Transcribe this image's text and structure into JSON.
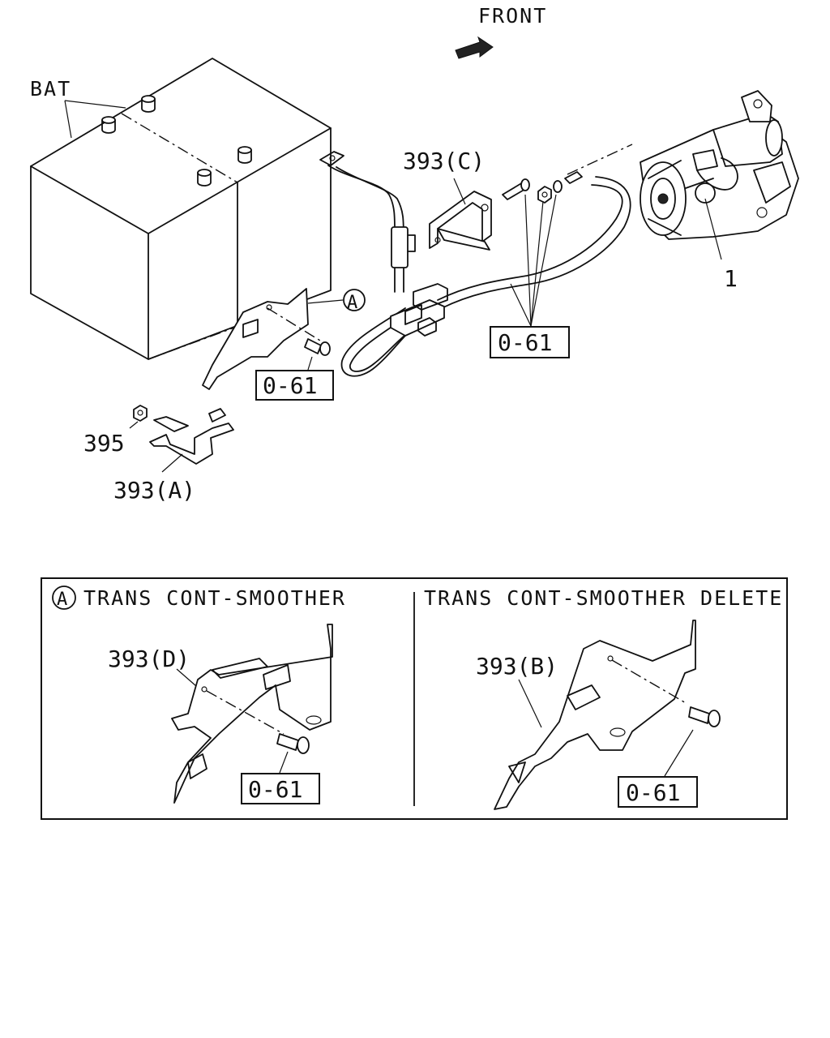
{
  "diagram": {
    "front_label": "FRONT",
    "battery_label": "BAT",
    "callouts": {
      "starter": "1",
      "bracket_c": "393(C)",
      "bracket_a": "393(A)",
      "nut": "395",
      "bracket_d": "393(D)",
      "bracket_b": "393(B)",
      "view_a_marker": "A"
    },
    "ref_boxes": {
      "bolt_main_left": "0-61",
      "bolt_main_right": "0-61",
      "bolt_inset_left": "0-61",
      "bolt_inset_right": "0-61"
    },
    "inset": {
      "left_marker": "A",
      "left_title": "TRANS CONT-SMOOTHER",
      "right_title": "TRANS CONT-SMOOTHER DELETE"
    }
  }
}
